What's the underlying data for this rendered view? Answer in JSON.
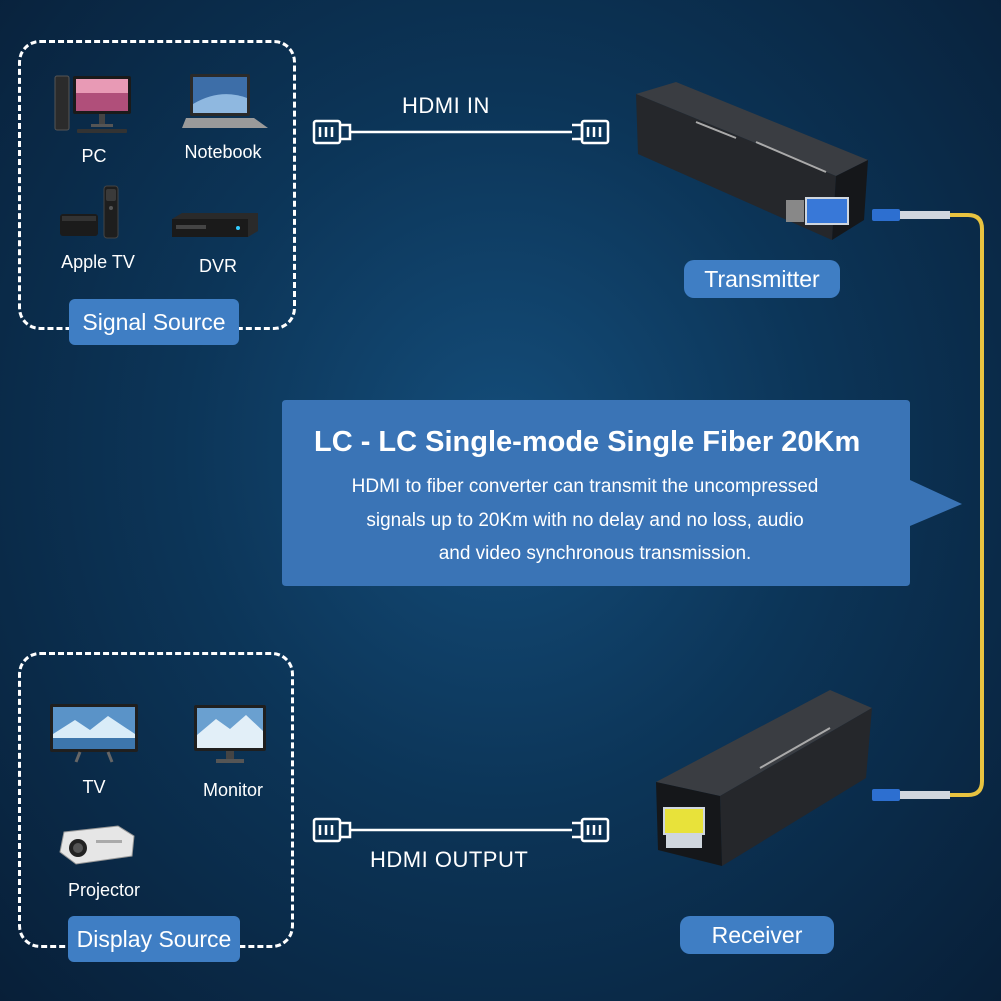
{
  "signal_source": {
    "title": "Signal Source",
    "devices": [
      {
        "label": "PC",
        "icon": "desktop-pc-icon"
      },
      {
        "label": "Notebook",
        "icon": "laptop-icon"
      },
      {
        "label": "Apple TV",
        "icon": "apple-tv-icon"
      },
      {
        "label": "DVR",
        "icon": "dvr-icon"
      }
    ]
  },
  "display_source": {
    "title": "Display Source",
    "devices": [
      {
        "label": "TV",
        "icon": "tv-icon"
      },
      {
        "label": "Monitor",
        "icon": "monitor-icon"
      },
      {
        "label": "Projector",
        "icon": "projector-icon"
      }
    ]
  },
  "cables": {
    "hdmi_in": "HDMI IN",
    "hdmi_output": "HDMI OUTPUT"
  },
  "transmitter": {
    "label": "Transmitter"
  },
  "receiver": {
    "label": "Receiver"
  },
  "callout": {
    "title": "LC - LC Single-mode Single Fiber 20Km",
    "lines": [
      "HDMI to fiber converter can transmit the uncompressed",
      "signals up to 20Km with no delay and no loss, audio",
      "and video synchronous transmission."
    ]
  },
  "colors": {
    "accent_blue": "#3f7ec4",
    "callout_blue": "#3a74b6",
    "fiber_yellow": "#e8c340",
    "background": "#0c3558"
  }
}
